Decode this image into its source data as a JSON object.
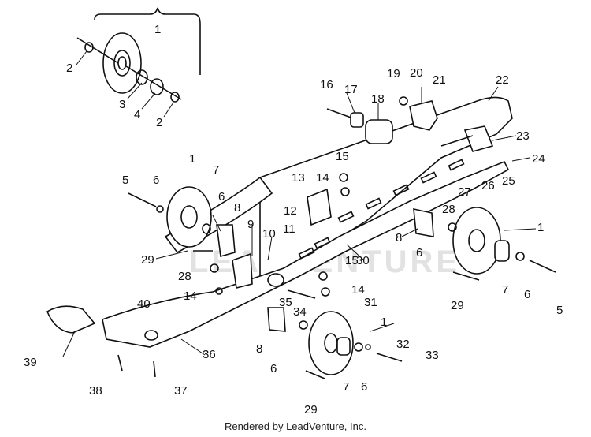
{
  "diagram": {
    "callouts": [
      "1",
      "2",
      "3",
      "4",
      "2",
      "16",
      "17",
      "18",
      "19",
      "20",
      "21",
      "22",
      "23",
      "24",
      "25",
      "26",
      "27",
      "28",
      "15",
      "14",
      "13",
      "12",
      "11",
      "10",
      "9",
      "8",
      "7",
      "6",
      "5",
      "1",
      "6",
      "29",
      "28",
      "14",
      "15",
      "14",
      "30",
      "31",
      "35",
      "34",
      "40",
      "39",
      "38",
      "37",
      "36",
      "8",
      "6",
      "1",
      "7",
      "6",
      "32",
      "33",
      "29",
      "8",
      "6",
      "1",
      "7",
      "6",
      "5",
      "29"
    ],
    "watermark": "LEADVENTURE"
  },
  "footer": {
    "text": "Rendered by LeadVenture, Inc."
  }
}
